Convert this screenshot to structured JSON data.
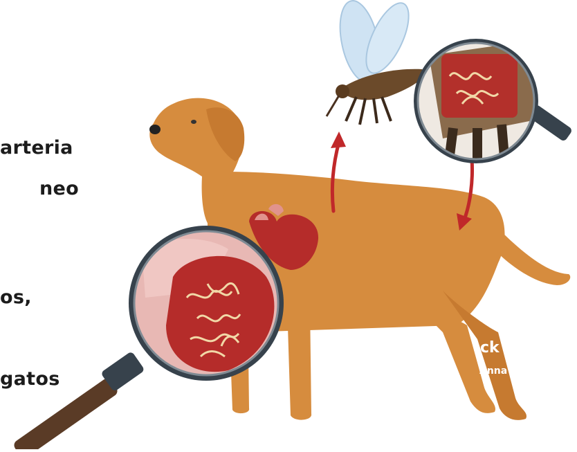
{
  "text_lines": [
    "arteria",
    "neo",
    "os,",
    "gatos"
  ],
  "watermark": {
    "fragment": "ck",
    "name": "Anna"
  },
  "colors": {
    "dog": "#d68c3e",
    "heart": "#b52c2a",
    "arrow": "#c0282a",
    "lens_rim": "#37424c",
    "worm": "#f1d8a7",
    "handle": "#5a3b26",
    "text": "#1c1c1c"
  }
}
